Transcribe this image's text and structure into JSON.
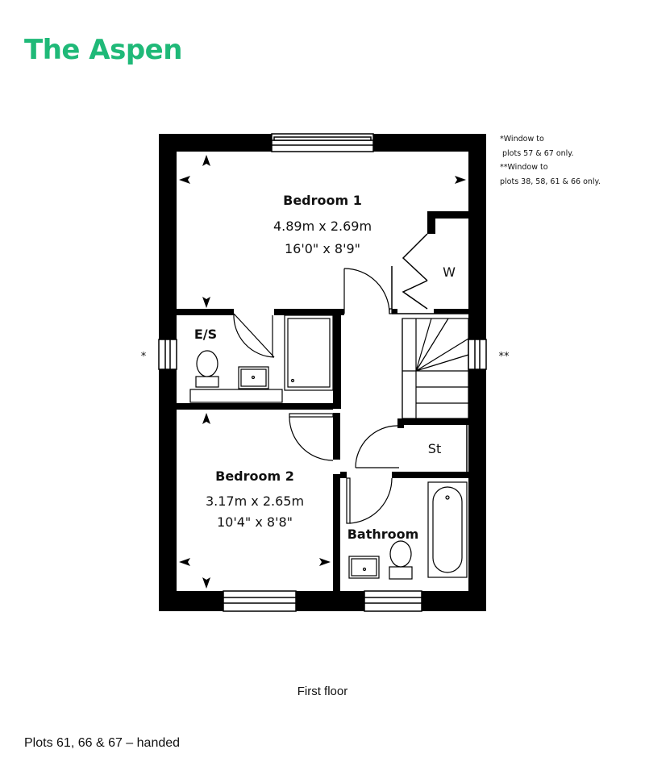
{
  "header": {
    "title": "The Aspen"
  },
  "brand_color": "#1fb978",
  "notes": [
    "*Window to",
    "plots 57 & 67 only.",
    "**Window to",
    "plots 38, 58, 61 & 66 only."
  ],
  "markers": {
    "west_window": "*",
    "east_window": "**"
  },
  "rooms": {
    "bedroom1": {
      "name": "Bedroom 1",
      "metric": "4.89m x 2.69m",
      "imperial": "16'0\" x 8'9\""
    },
    "bedroom2": {
      "name": "Bedroom 2",
      "metric": "3.17m x 2.65m",
      "imperial": "10'4\" x 8'8\""
    },
    "ensuite": {
      "name": "E/S"
    },
    "wardrobe": {
      "name": "W"
    },
    "store": {
      "name": "St"
    },
    "bathroom": {
      "name": "Bathroom"
    }
  },
  "floor_label": "First floor",
  "footer": {
    "plots": "Plots 61, 66 & 67 – handed"
  }
}
